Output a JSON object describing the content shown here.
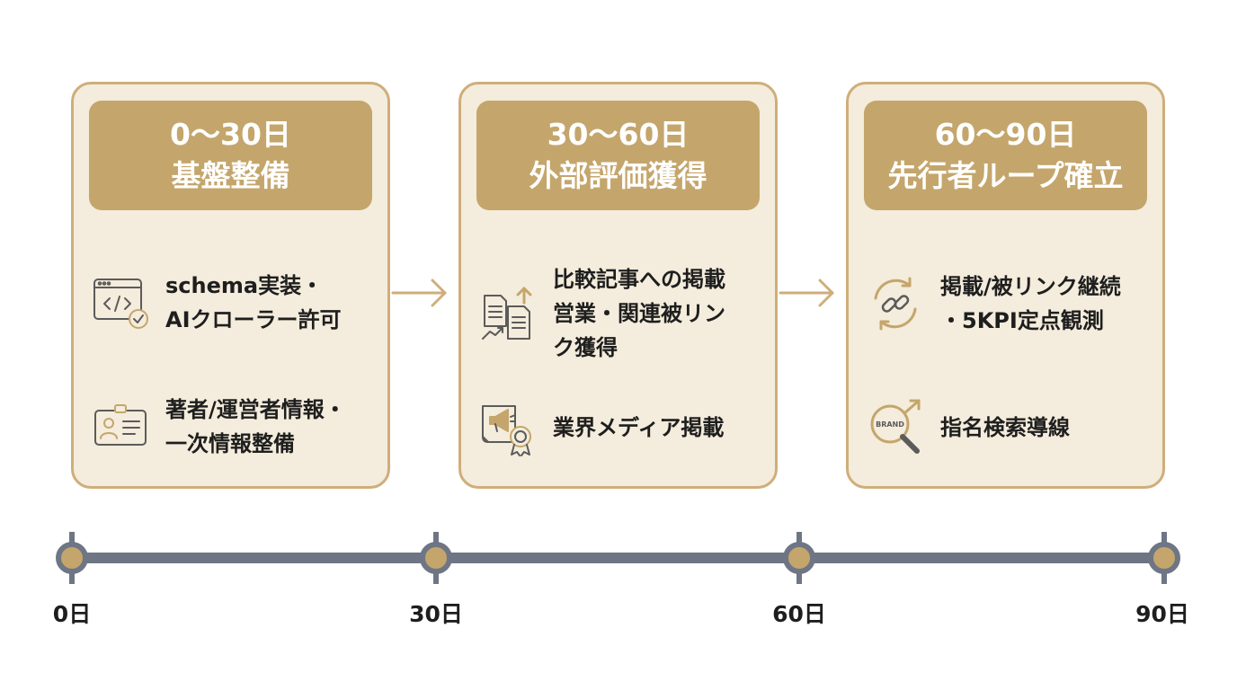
{
  "colors": {
    "card_bg": "#f4ecdc",
    "card_border": "#cfae7a",
    "header_bg": "#c4a66c",
    "header_text": "#ffffff",
    "icon_stroke": "#5b5b5b",
    "icon_accent": "#c4a66c",
    "timeline_bar": "#6e7685",
    "timeline_node": "#c4a66c"
  },
  "phases": [
    {
      "range": "0〜30日",
      "title": "基盤整備",
      "items": [
        {
          "icon": "code-window-check-icon",
          "lines": [
            "schema実装・",
            "AIクローラー許可"
          ]
        },
        {
          "icon": "author-id-card-icon",
          "lines": [
            "著者/運営者情報・",
            "一次情報整備"
          ]
        }
      ]
    },
    {
      "range": "30〜60日",
      "title": "外部評価獲得",
      "items": [
        {
          "icon": "documents-growth-icon",
          "lines": [
            "比較記事への掲載",
            "営業・関連被リン",
            "ク獲得"
          ]
        },
        {
          "icon": "megaphone-award-icon",
          "lines": [
            "業界メディア掲載"
          ]
        }
      ]
    },
    {
      "range": "60〜90日",
      "title": "先行者ループ確立",
      "items": [
        {
          "icon": "link-cycle-icon",
          "lines": [
            "掲載/被リンク継続",
            "・5KPI定点観測"
          ]
        },
        {
          "icon": "brand-search-icon",
          "icon_label": "BRAND",
          "lines": [
            "指名検索導線"
          ]
        }
      ]
    }
  ],
  "timeline": {
    "labels": [
      "0日",
      "30日",
      "60日",
      "90日"
    ]
  }
}
